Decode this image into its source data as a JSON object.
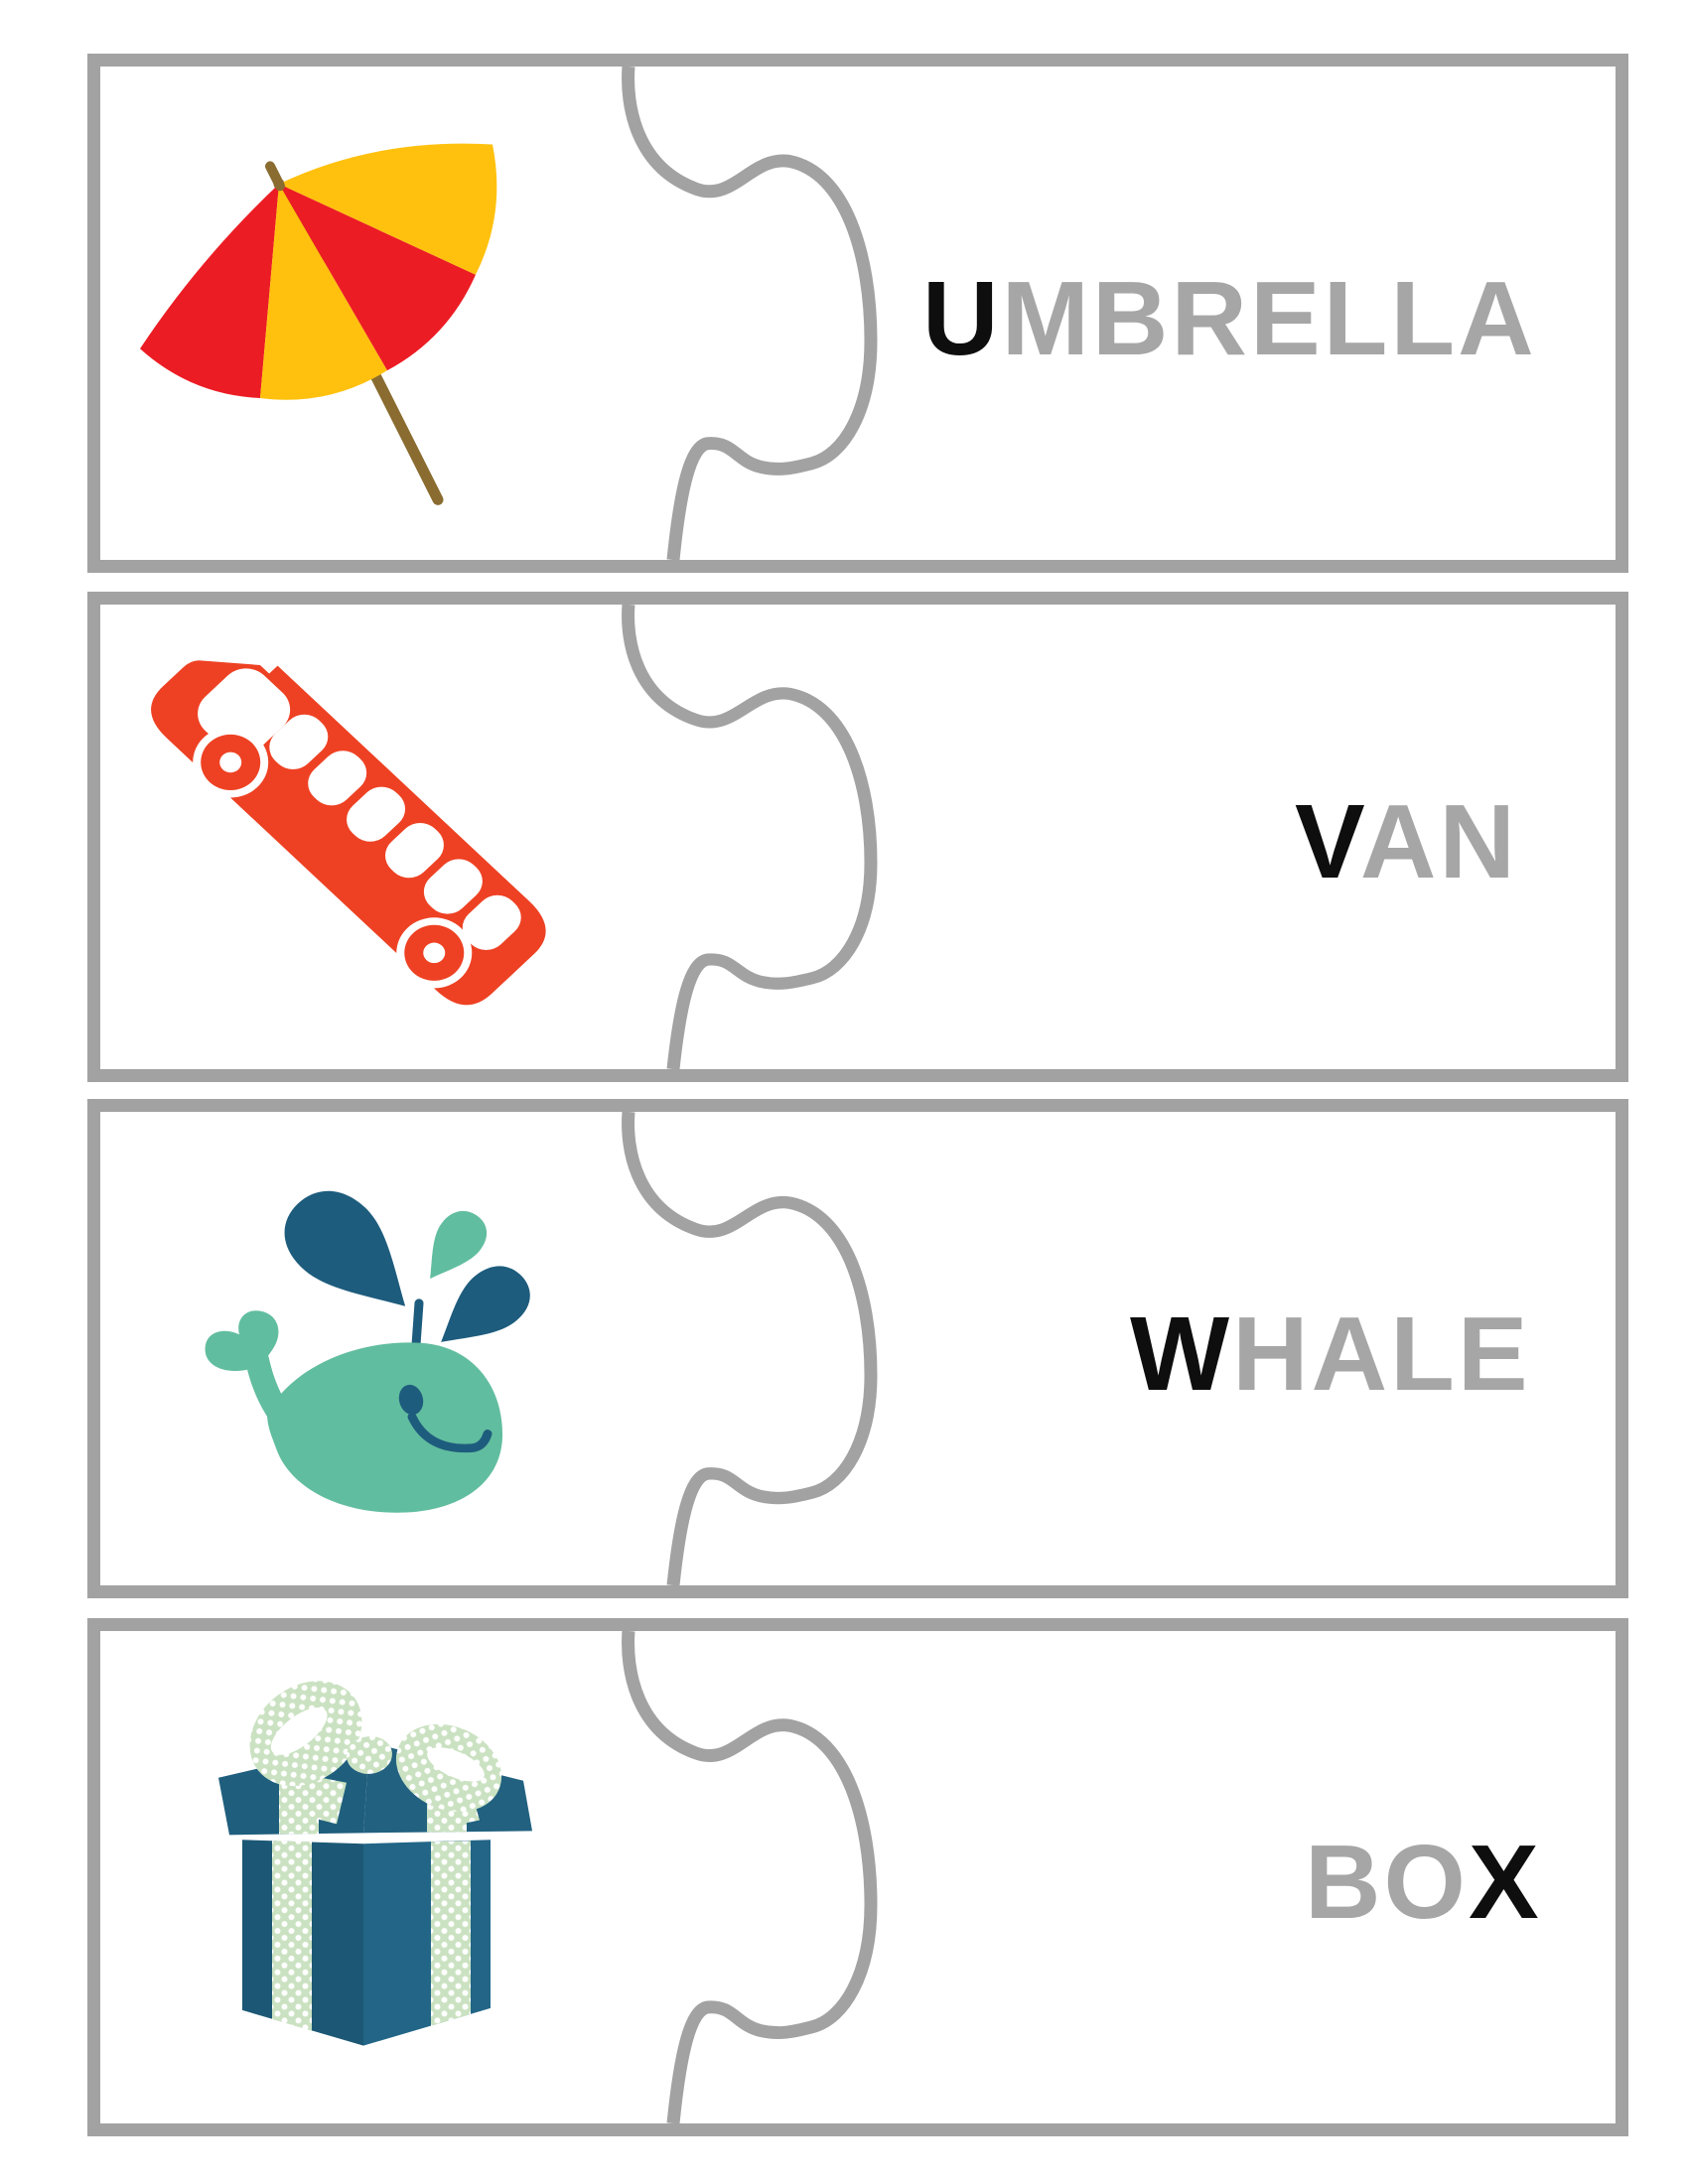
{
  "page": {
    "background": "#ffffff",
    "frame_color": "#a2a2a2",
    "letter_muted_color": "#a6a6a6",
    "letter_highlight_color": "#0e0e0e"
  },
  "rows": [
    {
      "word": "UMBRELLA",
      "highlighted_letter": "U",
      "icon": "beach-umbrella-icon",
      "label": {
        "pre": "",
        "hi": "U",
        "post": "MBRELLA"
      },
      "icon_colors": {
        "red": "#ec1c24",
        "yellow": "#ffc10e",
        "pole": "#8a6c30"
      }
    },
    {
      "word": "VAN",
      "highlighted_letter": "V",
      "icon": "van-icon",
      "label": {
        "pre": "",
        "hi": "V",
        "post": "AN"
      },
      "icon_colors": {
        "body": "#ee4123"
      }
    },
    {
      "word": "WHALE",
      "highlighted_letter": "W",
      "icon": "whale-icon",
      "label": {
        "pre": "",
        "hi": "W",
        "post": "HALE"
      },
      "icon_colors": {
        "body": "#61bd9f",
        "accent": "#1e5c7d"
      }
    },
    {
      "word": "BOX",
      "highlighted_letter": "X",
      "icon": "gift-box-icon",
      "label": {
        "pre": "BO",
        "hi": "X",
        "post": ""
      },
      "icon_colors": {
        "box": "#1f5e7d",
        "ribbon": "#cbe2c2"
      }
    }
  ]
}
